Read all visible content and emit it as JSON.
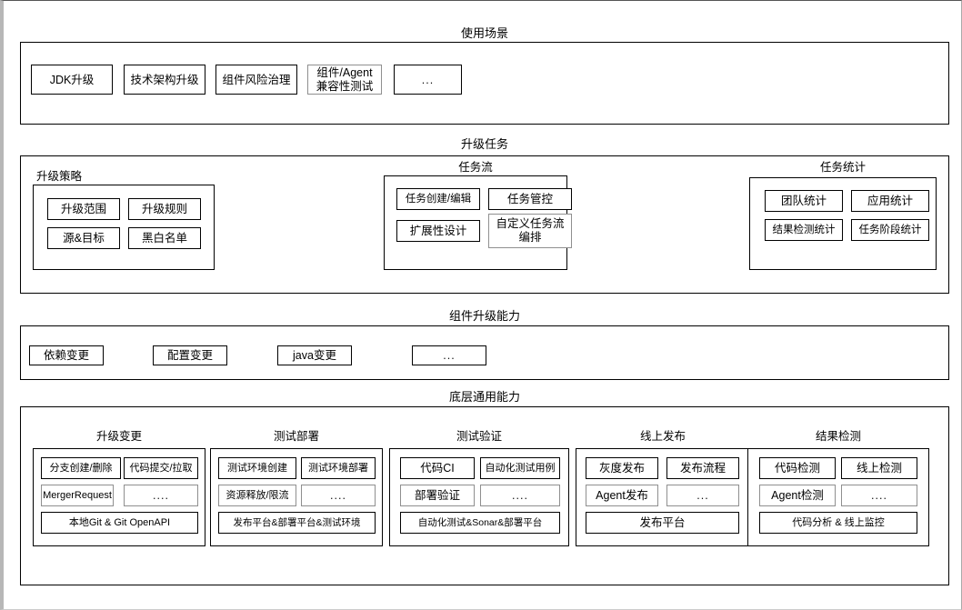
{
  "diagram": {
    "title_note": "Component upgrade platform capability architecture",
    "sections": [
      {
        "id": "usage-scenarios",
        "title": "使用场景",
        "nodes": [
          {
            "label": "JDK升级"
          },
          {
            "label": "技术架构升级"
          },
          {
            "label": "组件风险治理"
          },
          {
            "label": "组件/Agent\n兼容性测试",
            "line1": "组件/Agent",
            "line2": "兼容性测试"
          },
          {
            "label": "..."
          }
        ]
      },
      {
        "id": "upgrade-task",
        "title": "升级任务",
        "groups": [
          {
            "id": "upgrade-strategy",
            "title": "升级策略",
            "nodes": [
              {
                "label": "升级范围"
              },
              {
                "label": "升级规则"
              },
              {
                "label": "源&目标"
              },
              {
                "label": "黑白名单"
              }
            ]
          },
          {
            "id": "task-flow",
            "title": "任务流",
            "nodes": [
              {
                "label": "任务创建/编辑"
              },
              {
                "label": "任务管控"
              },
              {
                "label": "扩展性设计"
              },
              {
                "label": "自定义任务流\n编排",
                "line1": "自定义任务流",
                "line2": "编排"
              }
            ]
          },
          {
            "id": "task-statistics",
            "title": "任务统计",
            "nodes": [
              {
                "label": "团队统计"
              },
              {
                "label": "应用统计"
              },
              {
                "label": "结果检测统计"
              },
              {
                "label": "任务阶段统计"
              }
            ]
          }
        ]
      },
      {
        "id": "component-upgrade-capability",
        "title": "组件升级能力",
        "nodes": [
          {
            "label": "依赖变更"
          },
          {
            "label": "配置变更"
          },
          {
            "label": "java变更"
          },
          {
            "label": "..."
          }
        ]
      },
      {
        "id": "foundation-capability",
        "title": "底层通用能力",
        "groups": [
          {
            "id": "upgrade-change",
            "title": "升级变更",
            "nodes": [
              {
                "label": "分支创建/删除"
              },
              {
                "label": "代码提交/拉取"
              },
              {
                "label": "MergerRequest"
              },
              {
                "label": "...."
              },
              {
                "label": "本地Git & Git OpenAPI"
              }
            ]
          },
          {
            "id": "test-deploy",
            "title": "测试部署",
            "nodes": [
              {
                "label": "测试环境创建"
              },
              {
                "label": "测试环境部署"
              },
              {
                "label": "资源释放/限流"
              },
              {
                "label": "...."
              },
              {
                "label": "发布平台&部署平台&测试环境"
              }
            ]
          },
          {
            "id": "test-verify",
            "title": "测试验证",
            "nodes": [
              {
                "label": "代码CI"
              },
              {
                "label": "自动化测试用例"
              },
              {
                "label": "部署验证"
              },
              {
                "label": "...."
              },
              {
                "label": "自动化测试&Sonar&部署平台"
              }
            ]
          },
          {
            "id": "online-release",
            "title": "线上发布",
            "nodes": [
              {
                "label": "灰度发布"
              },
              {
                "label": "发布流程"
              },
              {
                "label": "Agent发布"
              },
              {
                "label": "..."
              },
              {
                "label": "发布平台"
              }
            ]
          },
          {
            "id": "result-detection",
            "title": "结果检测",
            "nodes": [
              {
                "label": "代码检测"
              },
              {
                "label": "线上检测"
              },
              {
                "label": "Agent检测"
              },
              {
                "label": "...."
              },
              {
                "label": "代码分析 & 线上监控"
              }
            ]
          }
        ]
      }
    ]
  },
  "colors": {
    "stroke": "#000000",
    "stroke_gray": "#8f8f8f",
    "background": "#ffffff",
    "canvas_edge": "#b7b7b7"
  }
}
